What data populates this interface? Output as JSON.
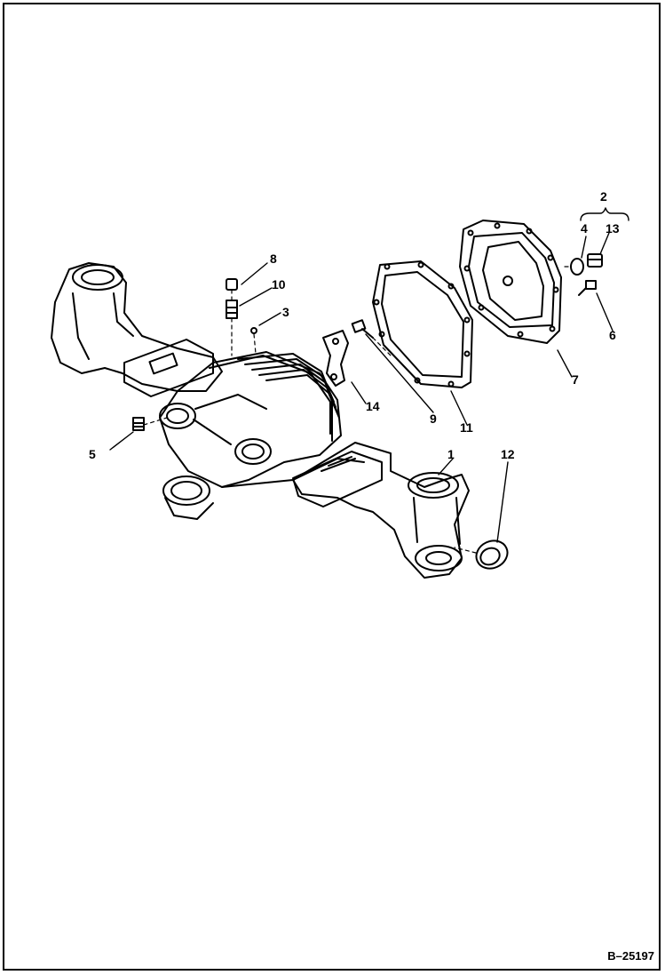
{
  "diagram": {
    "callouts": {
      "c1": "1",
      "c2": "2",
      "c3": "3",
      "c4": "4",
      "c5": "5",
      "c6": "6",
      "c7": "7",
      "c8": "8",
      "c9": "9",
      "c10": "10",
      "c11": "11",
      "c12": "12",
      "c13": "13",
      "c14": "14"
    },
    "figure_id": "B–25197"
  }
}
